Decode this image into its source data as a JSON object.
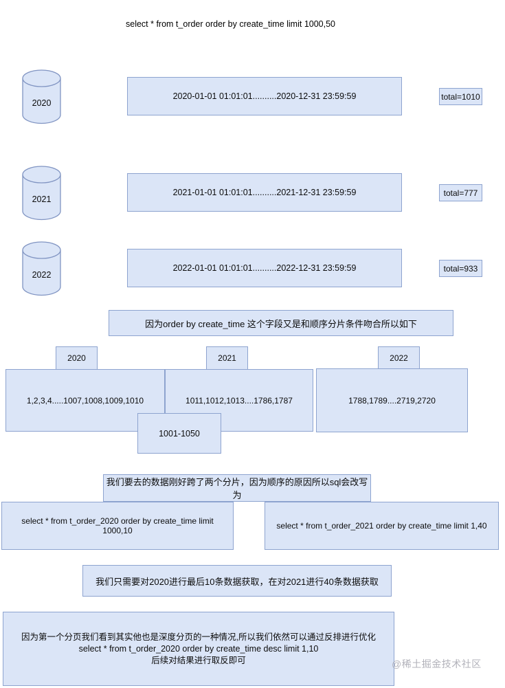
{
  "page": {
    "title": "select * from t_order order by create_time limit 1000,50",
    "watermark": "@稀土掘金技术社区"
  },
  "colors": {
    "box_fill": "#dbe5f7",
    "box_border": "#8da3cf",
    "watermark_gray": "#b2b2ba"
  },
  "shards": [
    {
      "year": "2020",
      "range": "2020-01-01 01:01:01..........2020-12-31 23:59:59",
      "total": "total=1010"
    },
    {
      "year": "2021",
      "range": "2021-01-01 01:01:01..........2021-12-31 23:59:59",
      "total": "total=777"
    },
    {
      "year": "2022",
      "range": "2022-01-01 01:01:01..........2022-12-31 23:59:59",
      "total": "total=933"
    }
  ],
  "notes": {
    "order_note": "因为order by create_time 这个字段又是和顺序分片条件吻合所以如下",
    "rewrite_note": "我们要去的数据刚好跨了两个分片，因为顺序的原因所以sql会改写为",
    "fetch_note": "我们只需要对2020进行最后10条数据获取，在对2021进行40条数据获取",
    "optimize_line1": "因为第一个分页我们看到其实他也是深度分页的一种情况,所以我们依然可以通过反排进行优化",
    "optimize_line2": "select * from t_order_2020 order by create_time desc limit 1,10",
    "optimize_line3": "后续对结果进行取反即可"
  },
  "partitions": [
    {
      "year": "2020",
      "ids": "1,2,3,4.....1007,1008,1009,1010"
    },
    {
      "year": "2021",
      "ids": "1011,1012,1013....1786,1787"
    },
    {
      "year": "2022",
      "ids": "1788,1789....2719,2720"
    }
  ],
  "page_window": "1001-1050",
  "sql": {
    "left": "select * from t_order_2020 order by create_time limit 1000,10",
    "right": "select * from t_order_2021 order by create_time limit 1,40"
  }
}
